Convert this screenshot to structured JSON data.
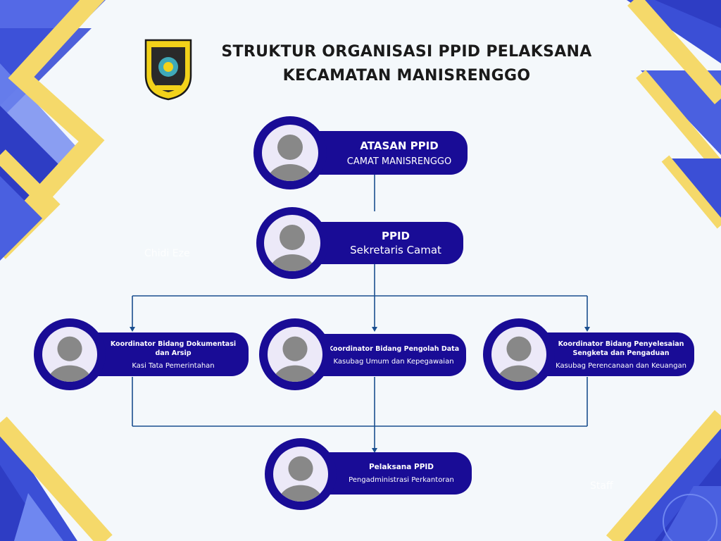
{
  "title": {
    "line1": "STRUKTUR ORGANISASI PPID PELAKSANA",
    "line2": "KECAMATAN MANISRENGGO"
  },
  "nodes": {
    "atasan": {
      "name": "ATASAN PPID",
      "role": "CAMAT MANISRENGGO"
    },
    "ppid": {
      "name": "PPID",
      "role": "Sekretaris Camat"
    },
    "dokumentasi": {
      "name": "Koordinator Bidang Dokumentasi dan Arsip",
      "role": "Kasi Tata Pemerintahan"
    },
    "pengolah": {
      "name": "Koordinator Bidang Pengolah Data",
      "role": "Kasubag Umum dan Kepegawaian"
    },
    "sengketa": {
      "name": "Koordinator Bidang Penyelesaian Sengketa dan Pengaduan",
      "role": "Kasubag Perencanaan dan Keuangan"
    },
    "pelaksana": {
      "name": "Pelaksana PPID",
      "role": "Pengadministrasi Perkantoran"
    }
  },
  "watermarks": {
    "left": "Chidi Eze",
    "right": "Staff"
  },
  "colors": {
    "node_fill": "#190c96",
    "avatar_bg": "#ece9f8",
    "avatar_fg": "#888888",
    "connector": "#1a4f8f",
    "accent_yellow": "#f5d96a",
    "accent_blue": "#3b4fd6",
    "background": "#f4f8fb"
  },
  "icons": {
    "logo": "regency-crest-emblem",
    "avatar": "user-silhouette-icon"
  }
}
